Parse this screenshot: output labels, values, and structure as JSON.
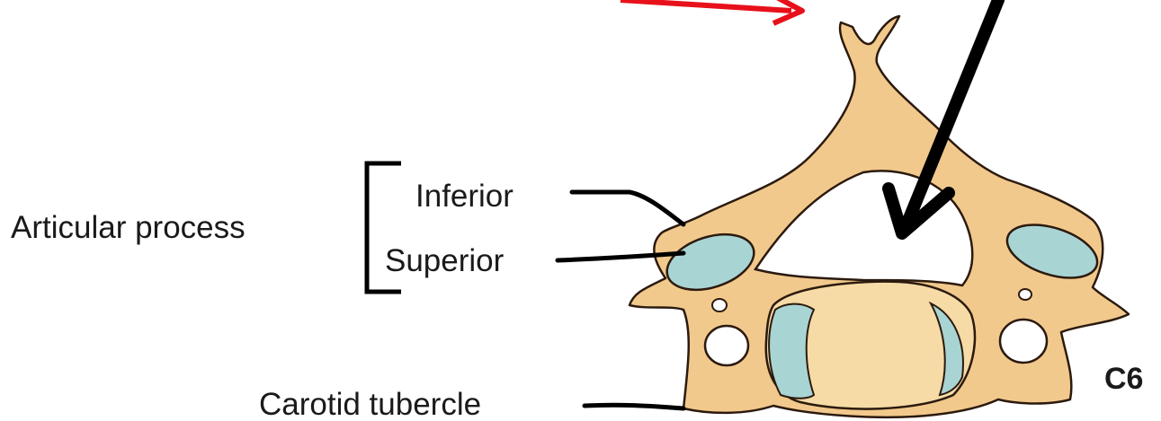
{
  "labels": {
    "articular_process": "Articular process",
    "inferior": "Inferior",
    "superior": "Superior",
    "carotid_tubercle": "Carotid tubercle",
    "vertebra_level": "C6"
  },
  "colors": {
    "bone_fill": "#f2c98c",
    "bone_outline": "#2b1a0e",
    "cartilage_fill": "#a9d4d4",
    "body_fill": "#f6dba6",
    "red_arrow": "#e8101a",
    "black_arrow": "#000000",
    "background": "#ffffff"
  }
}
